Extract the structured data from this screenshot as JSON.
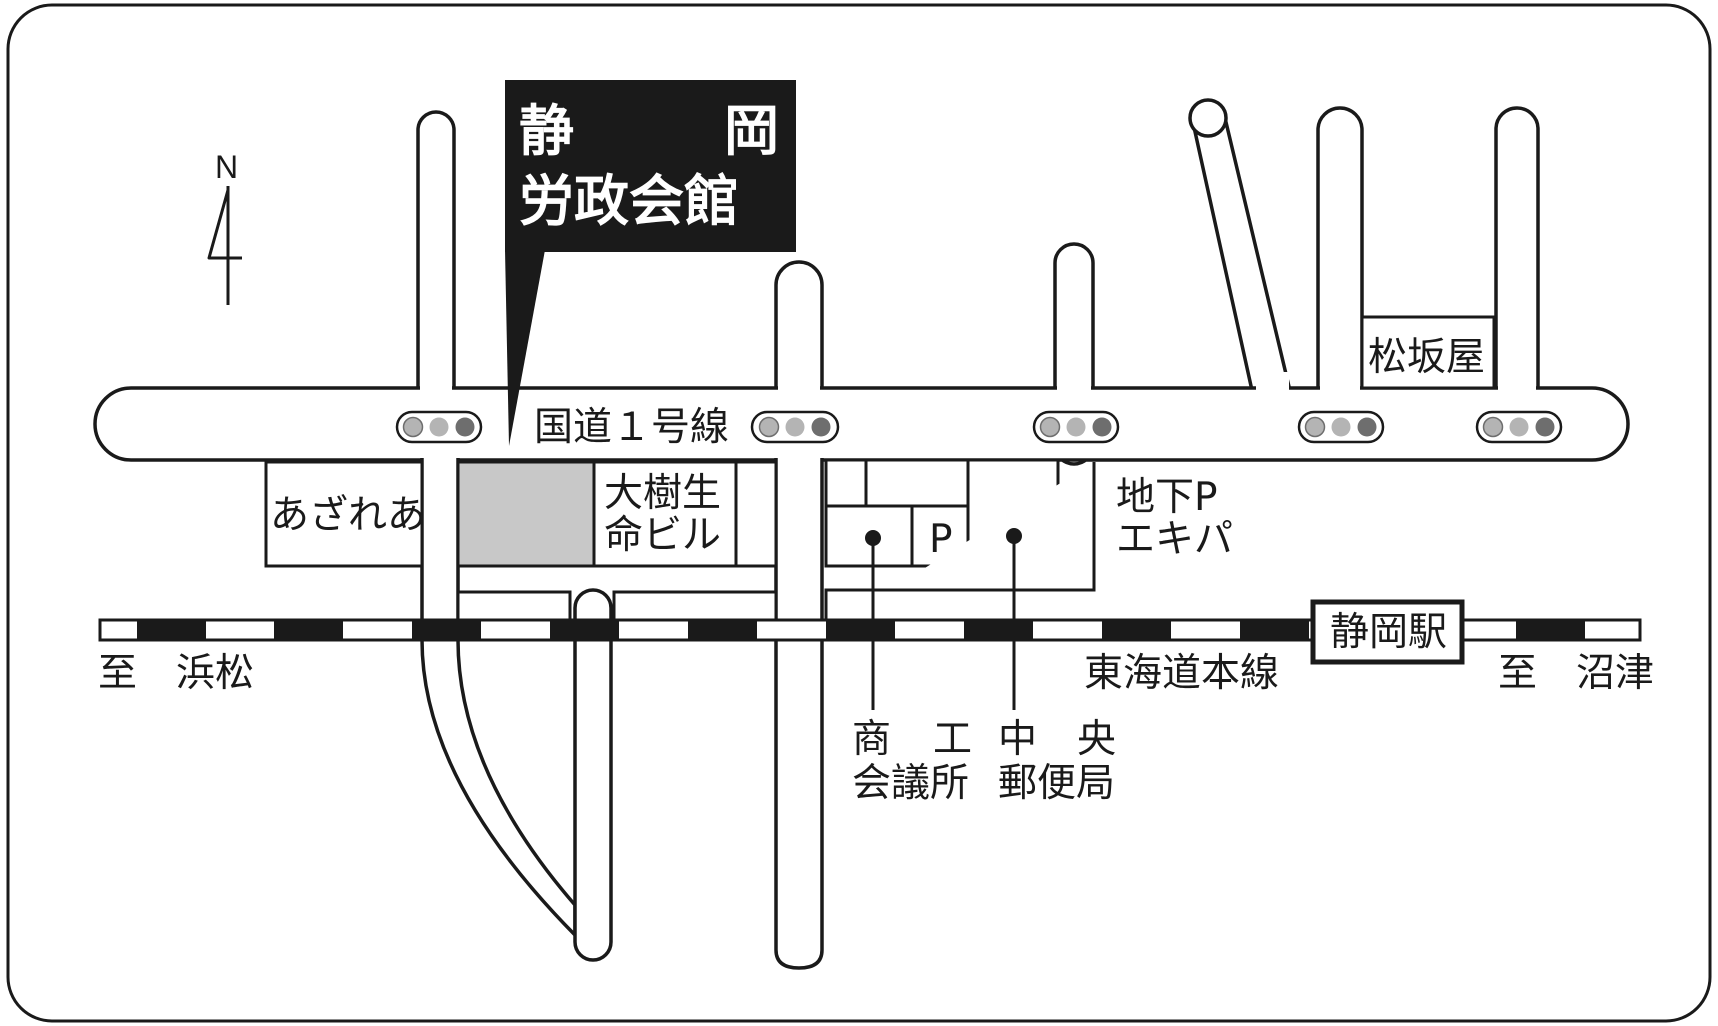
{
  "title": {
    "line1_left": "静",
    "line1_right": "岡",
    "line2": "労政会館"
  },
  "compass": {
    "label": "N"
  },
  "roads": {
    "route1": "国道１号線"
  },
  "places": {
    "azarea": "あざれあ",
    "daiju_line1": "大樹生",
    "daiju_line2": "命ビル",
    "parking": "P",
    "matsuzakaya": "松坂屋",
    "underground_parking_line1": "地下P",
    "underground_parking_line2": "エキパ",
    "chamber_line1_a": "商",
    "chamber_line1_b": "工",
    "chamber_line2": "会議所",
    "post_line1_a": "中",
    "post_line1_b": "央",
    "post_line2": "郵便局"
  },
  "railway": {
    "name": "東海道本線",
    "station": "静岡駅",
    "to_west": "至　浜松",
    "to_east": "至　沼津"
  },
  "colors": {
    "ink": "#1a1a1a",
    "venue_fill": "#c8c8c8",
    "signal_dark": "#6e6e6e",
    "signal_light": "#b4b4b4",
    "title_bg": "#1a1a1a"
  }
}
